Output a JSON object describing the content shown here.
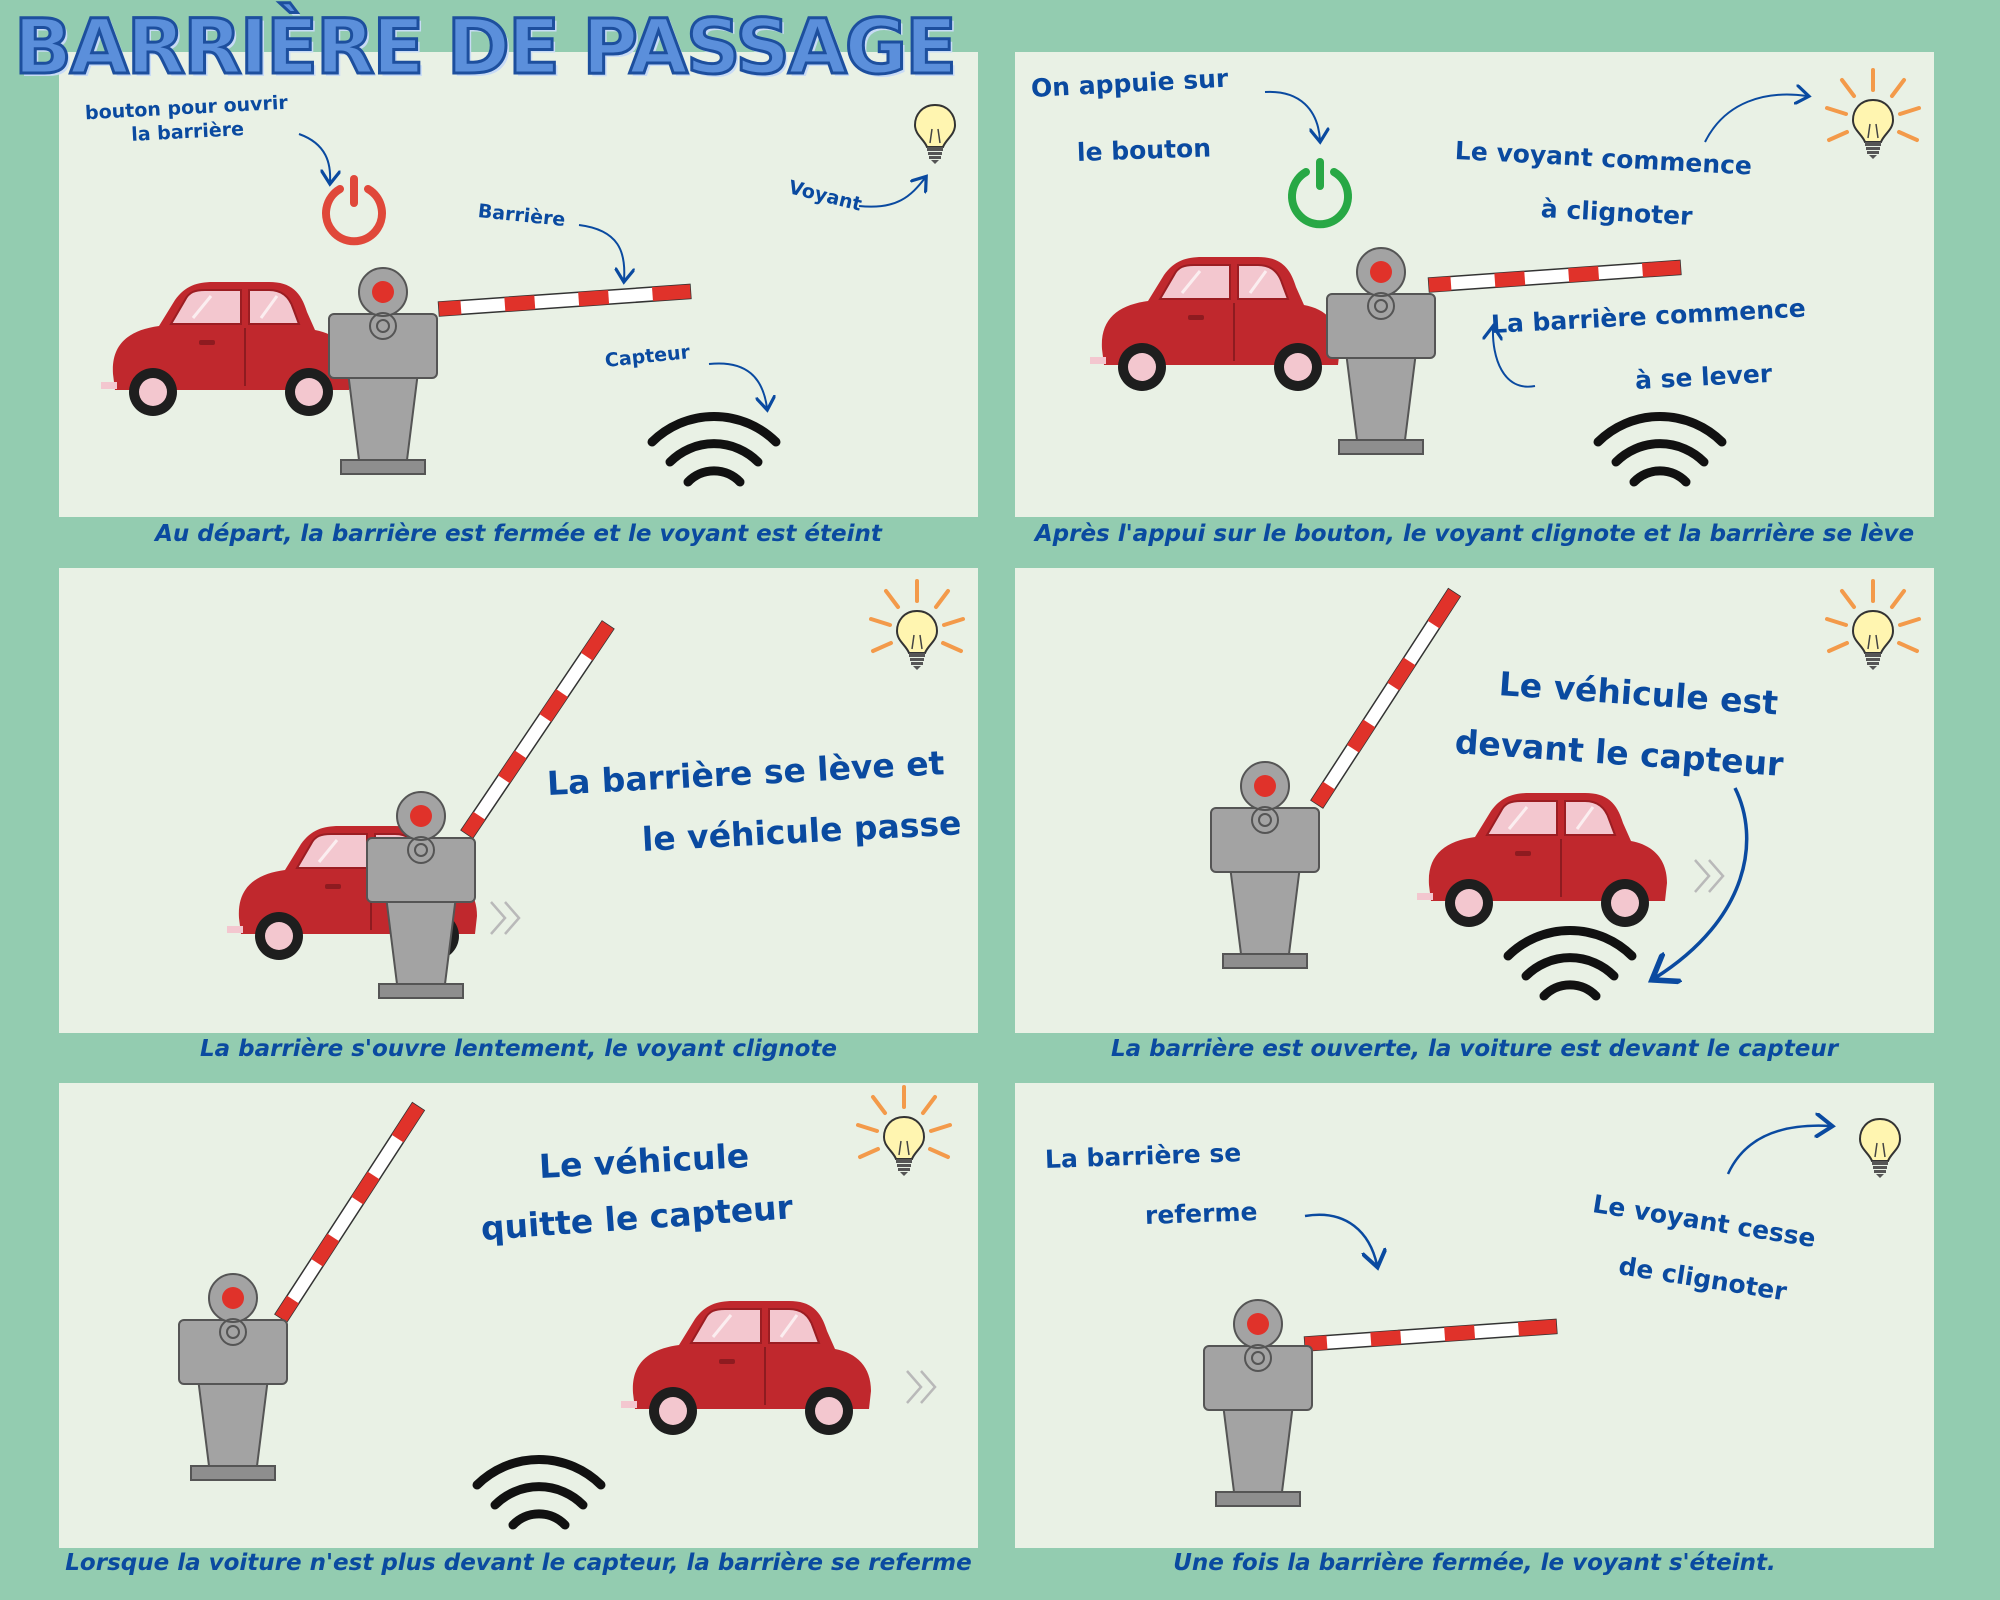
{
  "title": "BARRIÈRE DE PASSAGE",
  "colors": {
    "background": "#93ccb0",
    "panel": "#e9f1e5",
    "text": "#0a4aa0",
    "title_fill": "#5b8fdb",
    "car": "#c0282d",
    "button_off": "#e0483a",
    "button_on": "#28a845",
    "barrier_red": "#e0322a",
    "post": "#a3a3a3"
  },
  "panels": [
    {
      "caption": "Au départ, la barrière est fermée et le voyant est éteint",
      "labels": {
        "button": "bouton pour ouvrir la barrière",
        "barrier": "Barrière",
        "light": "Voyant",
        "sensor": "Capteur"
      },
      "button_state": "off",
      "light_state": "off",
      "barrier_state": "closed"
    },
    {
      "caption": "Après l'appui sur le bouton, le voyant clignote et la barrière se lève",
      "labels": {
        "press_line1": "On appuie sur",
        "press_line2": "le bouton",
        "light_line1": "Le voyant commence",
        "light_line2": "à clignoter",
        "barrier_line1": "La barrière commence",
        "barrier_line2": "à se lever"
      },
      "button_state": "on",
      "light_state": "blinking",
      "barrier_state": "closed"
    },
    {
      "caption": "La barrière s'ouvre lentement, le voyant clignote",
      "labels": {
        "line1": "La barrière se lève et",
        "line2": "le véhicule passe"
      },
      "light_state": "blinking",
      "barrier_state": "open"
    },
    {
      "caption": "La barrière est ouverte, la voiture est devant le capteur",
      "labels": {
        "line1": "Le véhicule est",
        "line2": "devant le capteur"
      },
      "light_state": "blinking",
      "barrier_state": "open"
    },
    {
      "caption": "Lorsque la voiture n'est plus devant le capteur, la barrière se referme",
      "labels": {
        "line1": "Le véhicule",
        "line2": "quitte le capteur"
      },
      "light_state": "blinking",
      "barrier_state": "open"
    },
    {
      "caption": "Une fois la barrière fermée, le voyant s'éteint.",
      "labels": {
        "barrier_line1": "La barrière se",
        "barrier_line2": "referme",
        "light_line1": "Le voyant cesse",
        "light_line2": "de clignoter"
      },
      "light_state": "off",
      "barrier_state": "closed"
    }
  ]
}
